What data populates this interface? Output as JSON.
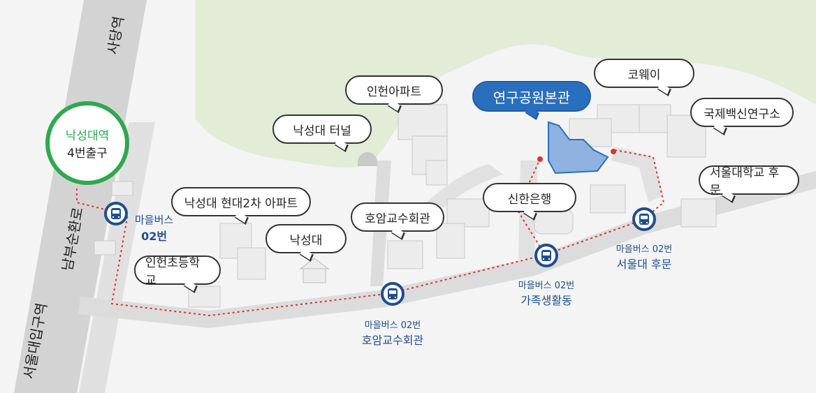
{
  "map": {
    "colors": {
      "background": "#f4f4f4",
      "green_area": "#e2ecd6",
      "road": "#d9d9d9",
      "bus_route": "#d9352b",
      "bus_stop": "#1f4e8c",
      "station_ring": "#2fa84f",
      "highlight": "#2a6fbd"
    },
    "roads": {
      "sadang": "사당역",
      "nambu": "남부순환로",
      "seoul_univ_station": "서울대입구역"
    },
    "station": {
      "name": "낙성대역",
      "exit": "4번출구"
    },
    "landmarks": {
      "inheon_apt": "인헌아파트",
      "main_building": "연구공원본관",
      "coway": "코웨이",
      "ivi": "국제백신연구소",
      "tunnel": "낙성대 터널",
      "shinhan": "신한은행",
      "snu_backgate": "서울대학교 후문",
      "hyundai_apt": "낙성대 현대2차 아파트",
      "hoam_hall": "호암교수회관",
      "nakseongdae": "낙성대",
      "inheon_school": "인헌초등학교"
    },
    "bus_stops": [
      {
        "route": "마을버스",
        "name": "02번",
        "icon": "bus-icon"
      },
      {
        "route": "마을버스 02번",
        "name": "호암교수회관",
        "icon": "bus-icon"
      },
      {
        "route": "마을버스 02번",
        "name": "가족생활동",
        "icon": "bus-icon"
      },
      {
        "route": "마을버스 02번",
        "name": "서울대 후문",
        "icon": "bus-icon"
      }
    ]
  }
}
